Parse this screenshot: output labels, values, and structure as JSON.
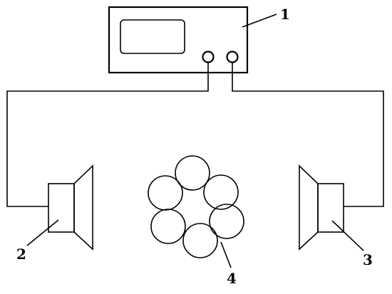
{
  "diagram": {
    "labels": {
      "device": "1",
      "left_speaker": "2",
      "right_speaker": "3",
      "particles": "4"
    },
    "components": {
      "device": "signal-generator-icon",
      "left_speaker": "speaker-icon",
      "right_speaker": "speaker-icon",
      "particles": "particle-ring-icon"
    }
  }
}
